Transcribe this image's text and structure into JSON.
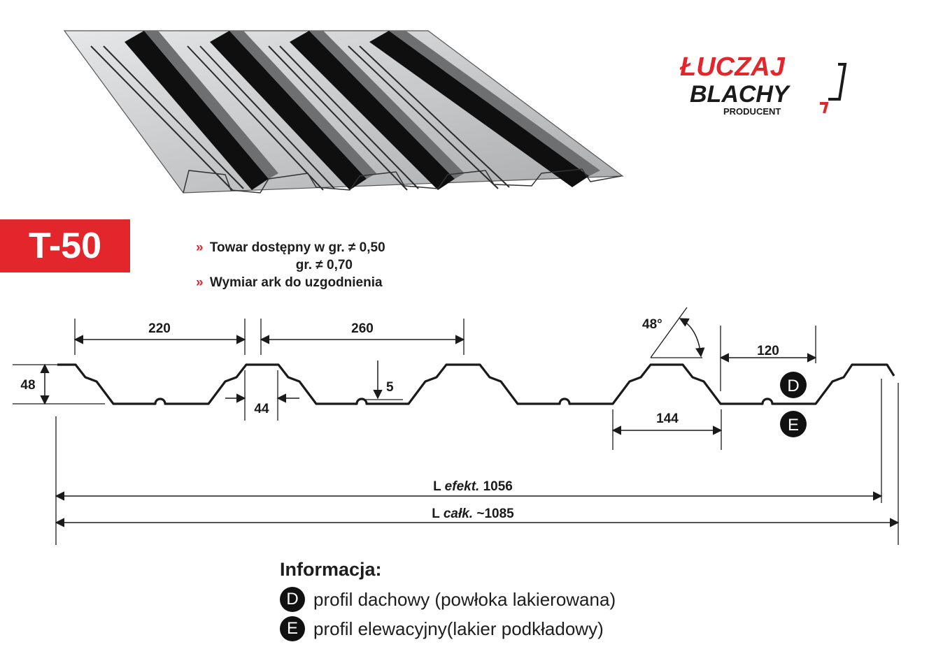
{
  "product": {
    "code": "T-50"
  },
  "logo": {
    "line1": "ŁUCZAJ",
    "line2": "BLACHY",
    "sub": "PRODUCENT"
  },
  "notes": {
    "bullet": "»",
    "line1": "Towar dostępny w gr. ≠ 0,50",
    "line2": "gr. ≠ 0,70",
    "line3": "Wymiar ark do uzgodnienia"
  },
  "dimensions": {
    "d220": "220",
    "d260": "260",
    "d48": "48",
    "d44": "44",
    "d5": "5",
    "d48deg": "48°",
    "d120": "120",
    "d144": "144",
    "l_efekt_prefix": "L ",
    "l_efekt_italic": "efekt.",
    "l_efekt_value": " 1056",
    "l_calk_prefix": "L ",
    "l_calk_italic": "całk.",
    "l_calk_value": " ~1085"
  },
  "markers": {
    "D": "D",
    "E": "E"
  },
  "info": {
    "heading": "Informacja:",
    "items": [
      {
        "marker": "D",
        "text": "profil dachowy (powłoka lakierowana)"
      },
      {
        "marker": "E",
        "text": "profil elewacyjny(lakier podkładowy)"
      }
    ]
  },
  "colors": {
    "accent": "#e3262b",
    "ink": "#1a1a1a",
    "sheet_light": "#c9cacc",
    "sheet_dark": "#111111"
  }
}
